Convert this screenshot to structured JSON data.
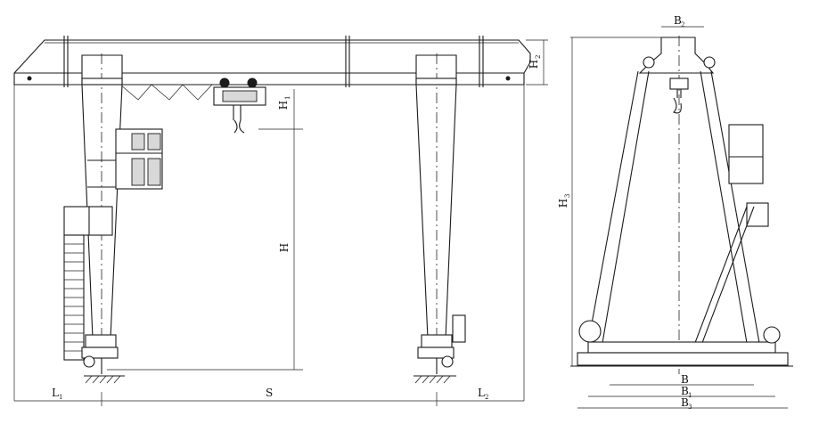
{
  "labels": {
    "H2": {
      "main": "H",
      "sub": "2"
    },
    "H1": {
      "main": "H",
      "sub": "1"
    },
    "H": {
      "main": "H",
      "sub": ""
    },
    "L1": {
      "main": "L",
      "sub": "1"
    },
    "S": {
      "main": "S",
      "sub": ""
    },
    "L2": {
      "main": "L",
      "sub": "2"
    },
    "B2": {
      "main": "B",
      "sub": "2"
    },
    "H3": {
      "main": "H",
      "sub": "3"
    },
    "B": {
      "main": "B",
      "sub": ""
    },
    "B1": {
      "main": "B",
      "sub": "1"
    },
    "B3": {
      "main": "B",
      "sub": "3"
    }
  }
}
